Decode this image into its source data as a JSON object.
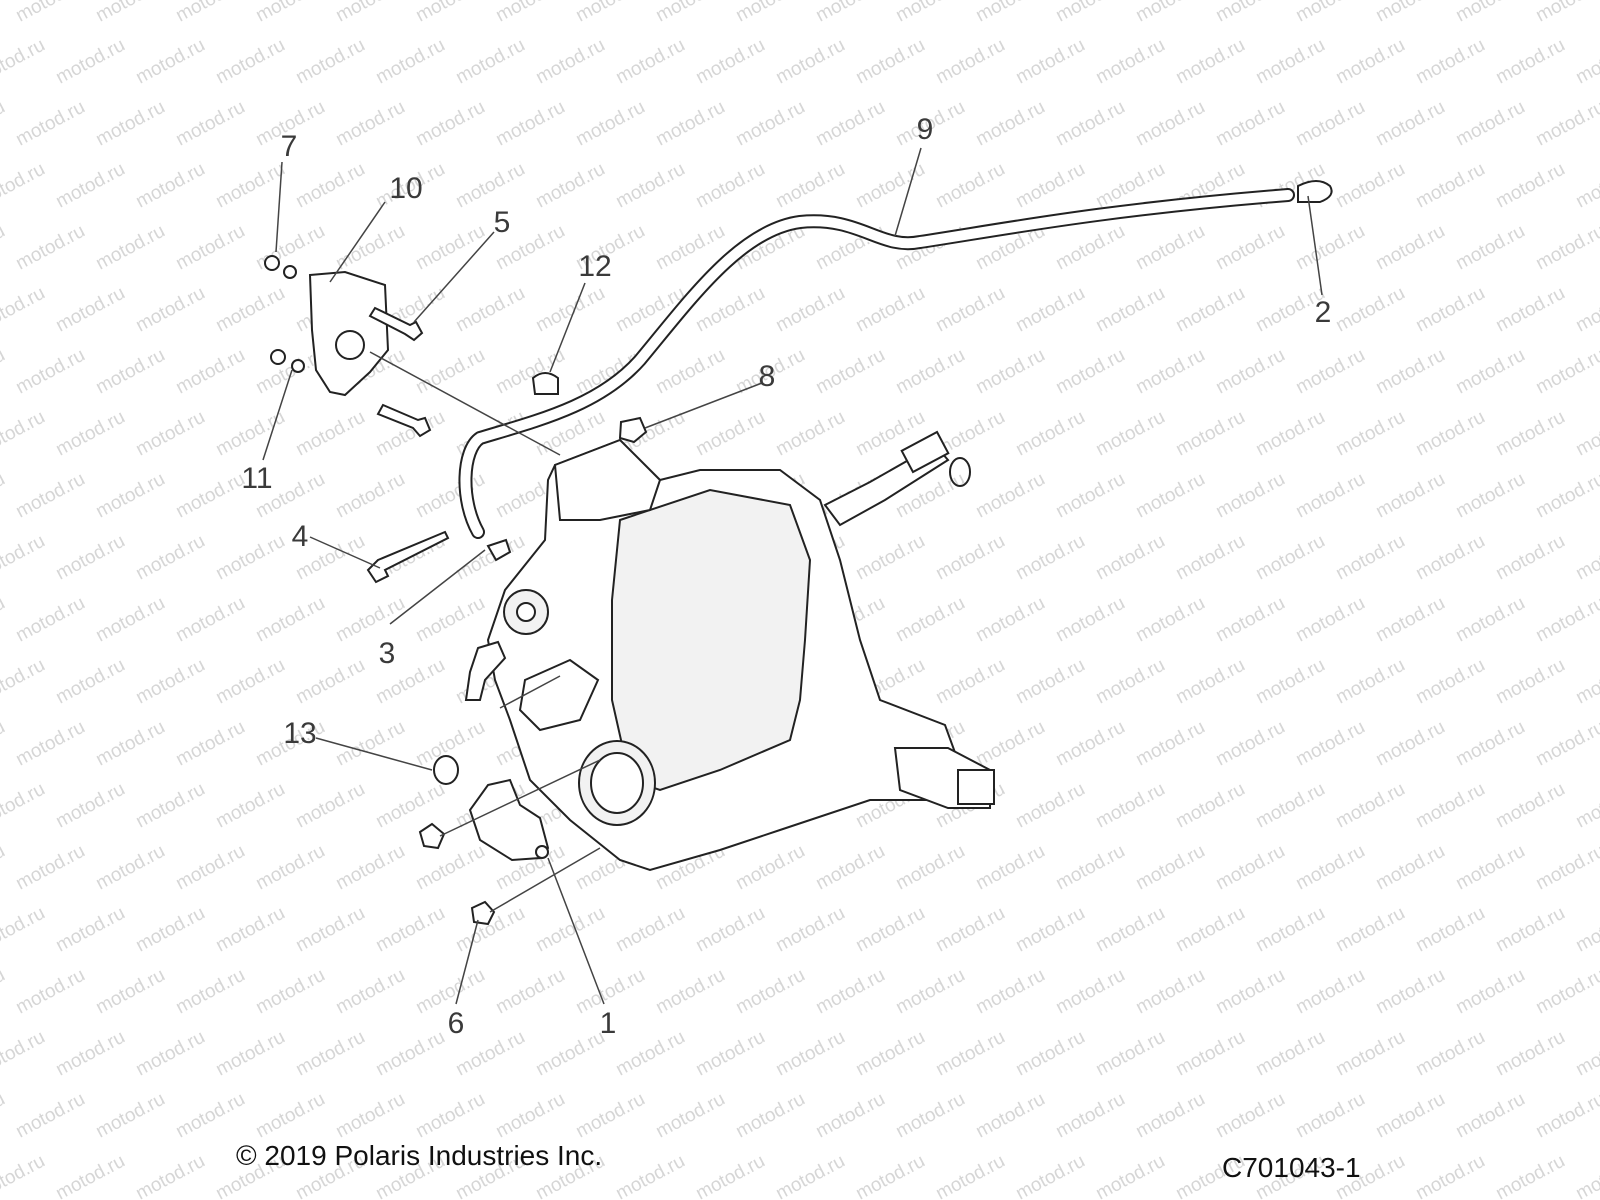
{
  "callouts": [
    {
      "id": "7",
      "label": "7"
    },
    {
      "id": "10",
      "label": "10"
    },
    {
      "id": "5",
      "label": "5"
    },
    {
      "id": "12",
      "label": "12"
    },
    {
      "id": "9",
      "label": "9"
    },
    {
      "id": "2",
      "label": "2"
    },
    {
      "id": "8",
      "label": "8"
    },
    {
      "id": "11",
      "label": "11"
    },
    {
      "id": "4",
      "label": "4"
    },
    {
      "id": "3",
      "label": "3"
    },
    {
      "id": "13",
      "label": "13"
    },
    {
      "id": "6",
      "label": "6"
    },
    {
      "id": "1",
      "label": "1"
    }
  ],
  "watermark": "motod.ru",
  "copyright": "© 2019 Polaris Industries Inc.",
  "drawing_number": "C701043-1"
}
